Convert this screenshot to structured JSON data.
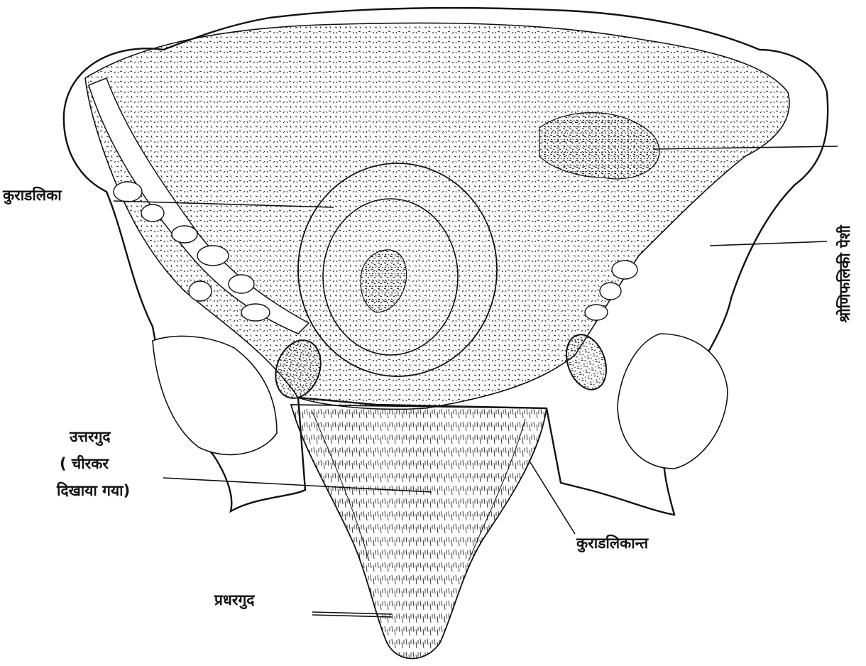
{
  "labels": {
    "kundalika": "कुराडलिका",
    "uttargud": "उत्तरगुद",
    "uttargud_note_1": "( चीरकर",
    "uttargud_note_2": "दिखाया गया)",
    "shroni_peshi": "श्रोणिफलिकी पेशी",
    "kundalikant": "कुराडलिकान्त",
    "adhargud": "प्रधरगुद"
  }
}
